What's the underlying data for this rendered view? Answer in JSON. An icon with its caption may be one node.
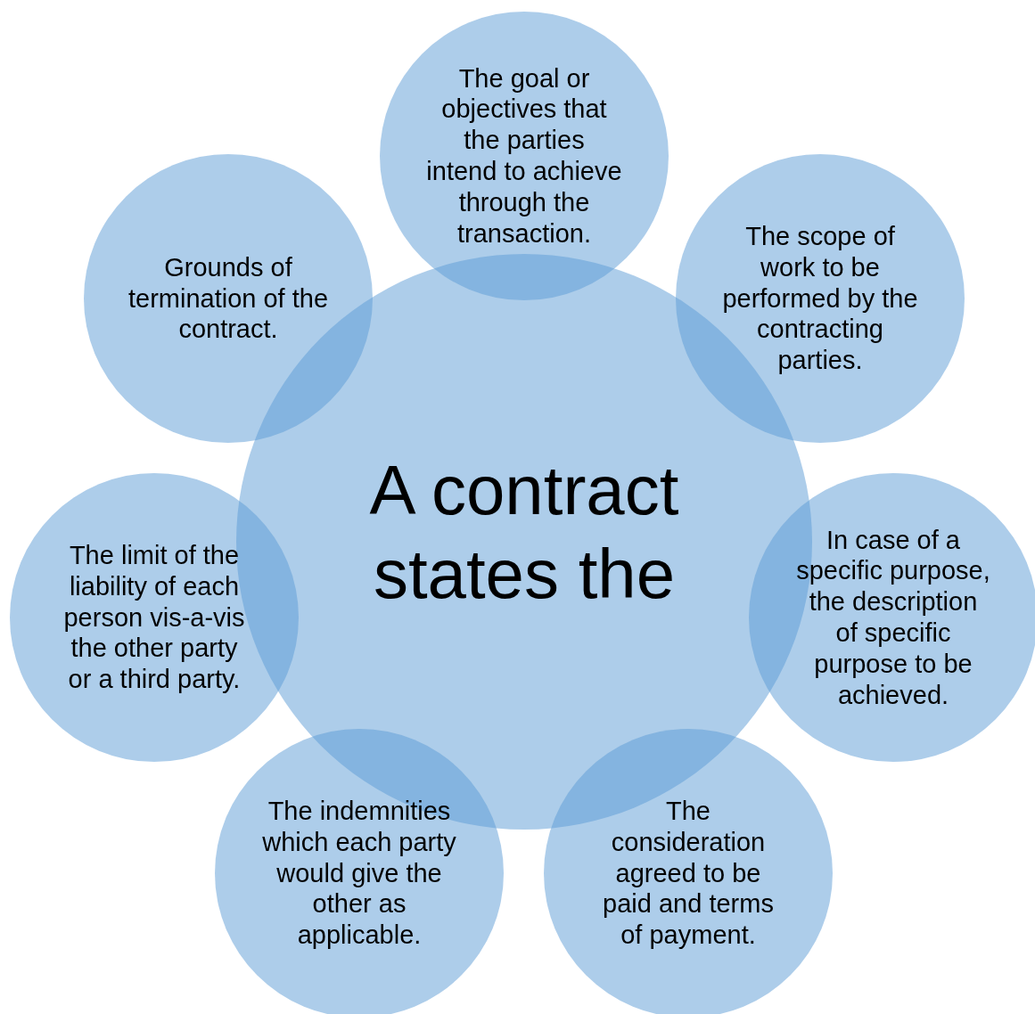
{
  "diagram": {
    "nodes": [
      {
        "text": [
          "A contract states the"
        ]
      },
      {
        "text": [
          "The goal or objectives that the parties intend to achieve through the transaction."
        ]
      },
      {
        "text": [
          "The scope of work to be performed by the contracting parties."
        ]
      },
      {
        "text": [
          "In case of a specific purpose, the description of specific purpose to be achieved."
        ]
      },
      {
        "text": [
          "The consideration agreed to be paid and terms of payment."
        ]
      },
      {
        "text": [
          "The indemnities which each party would give the other as applicable."
        ]
      },
      {
        "text": [
          "The limit of the liability of each person vis-a-vis the other party or a third party."
        ]
      },
      {
        "text": [
          "Grounds of termination of the contract."
        ]
      }
    ]
  }
}
